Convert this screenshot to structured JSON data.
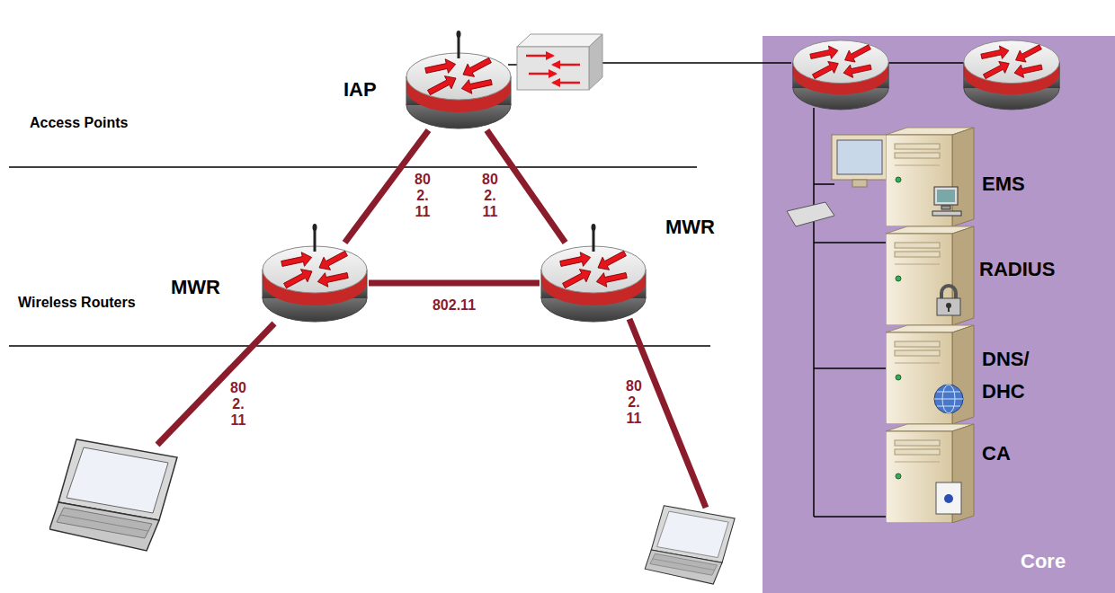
{
  "diagram": {
    "nodes": [
      {
        "text": [
          "IAP"
        ]
      },
      {
        "text": [
          "MWR"
        ]
      },
      {
        "text": [
          "MWR"
        ]
      },
      {
        "text": [
          "Core"
        ]
      },
      {
        "text": [
          "EMS"
        ],
        "in": 3
      },
      {
        "text": [
          "RADIUS"
        ],
        "in": 3
      },
      {
        "text": [
          "DNS/ DHC"
        ],
        "in": 3
      },
      {
        "text": [
          "CA"
        ],
        "in": 3
      }
    ],
    "edges": [
      {
        "from": 0,
        "to": 1,
        "arrow": "none",
        "label": "80 2. 11"
      },
      {
        "from": 0,
        "to": 2,
        "arrow": "none",
        "label": "80 2. 11"
      },
      {
        "from": 1,
        "to": 2,
        "arrow": "none",
        "label": "802.11"
      }
    ],
    "labels": [
      "Access Points",
      "Wireless Routers",
      "80 2. 11",
      "80 2. 11"
    ]
  }
}
